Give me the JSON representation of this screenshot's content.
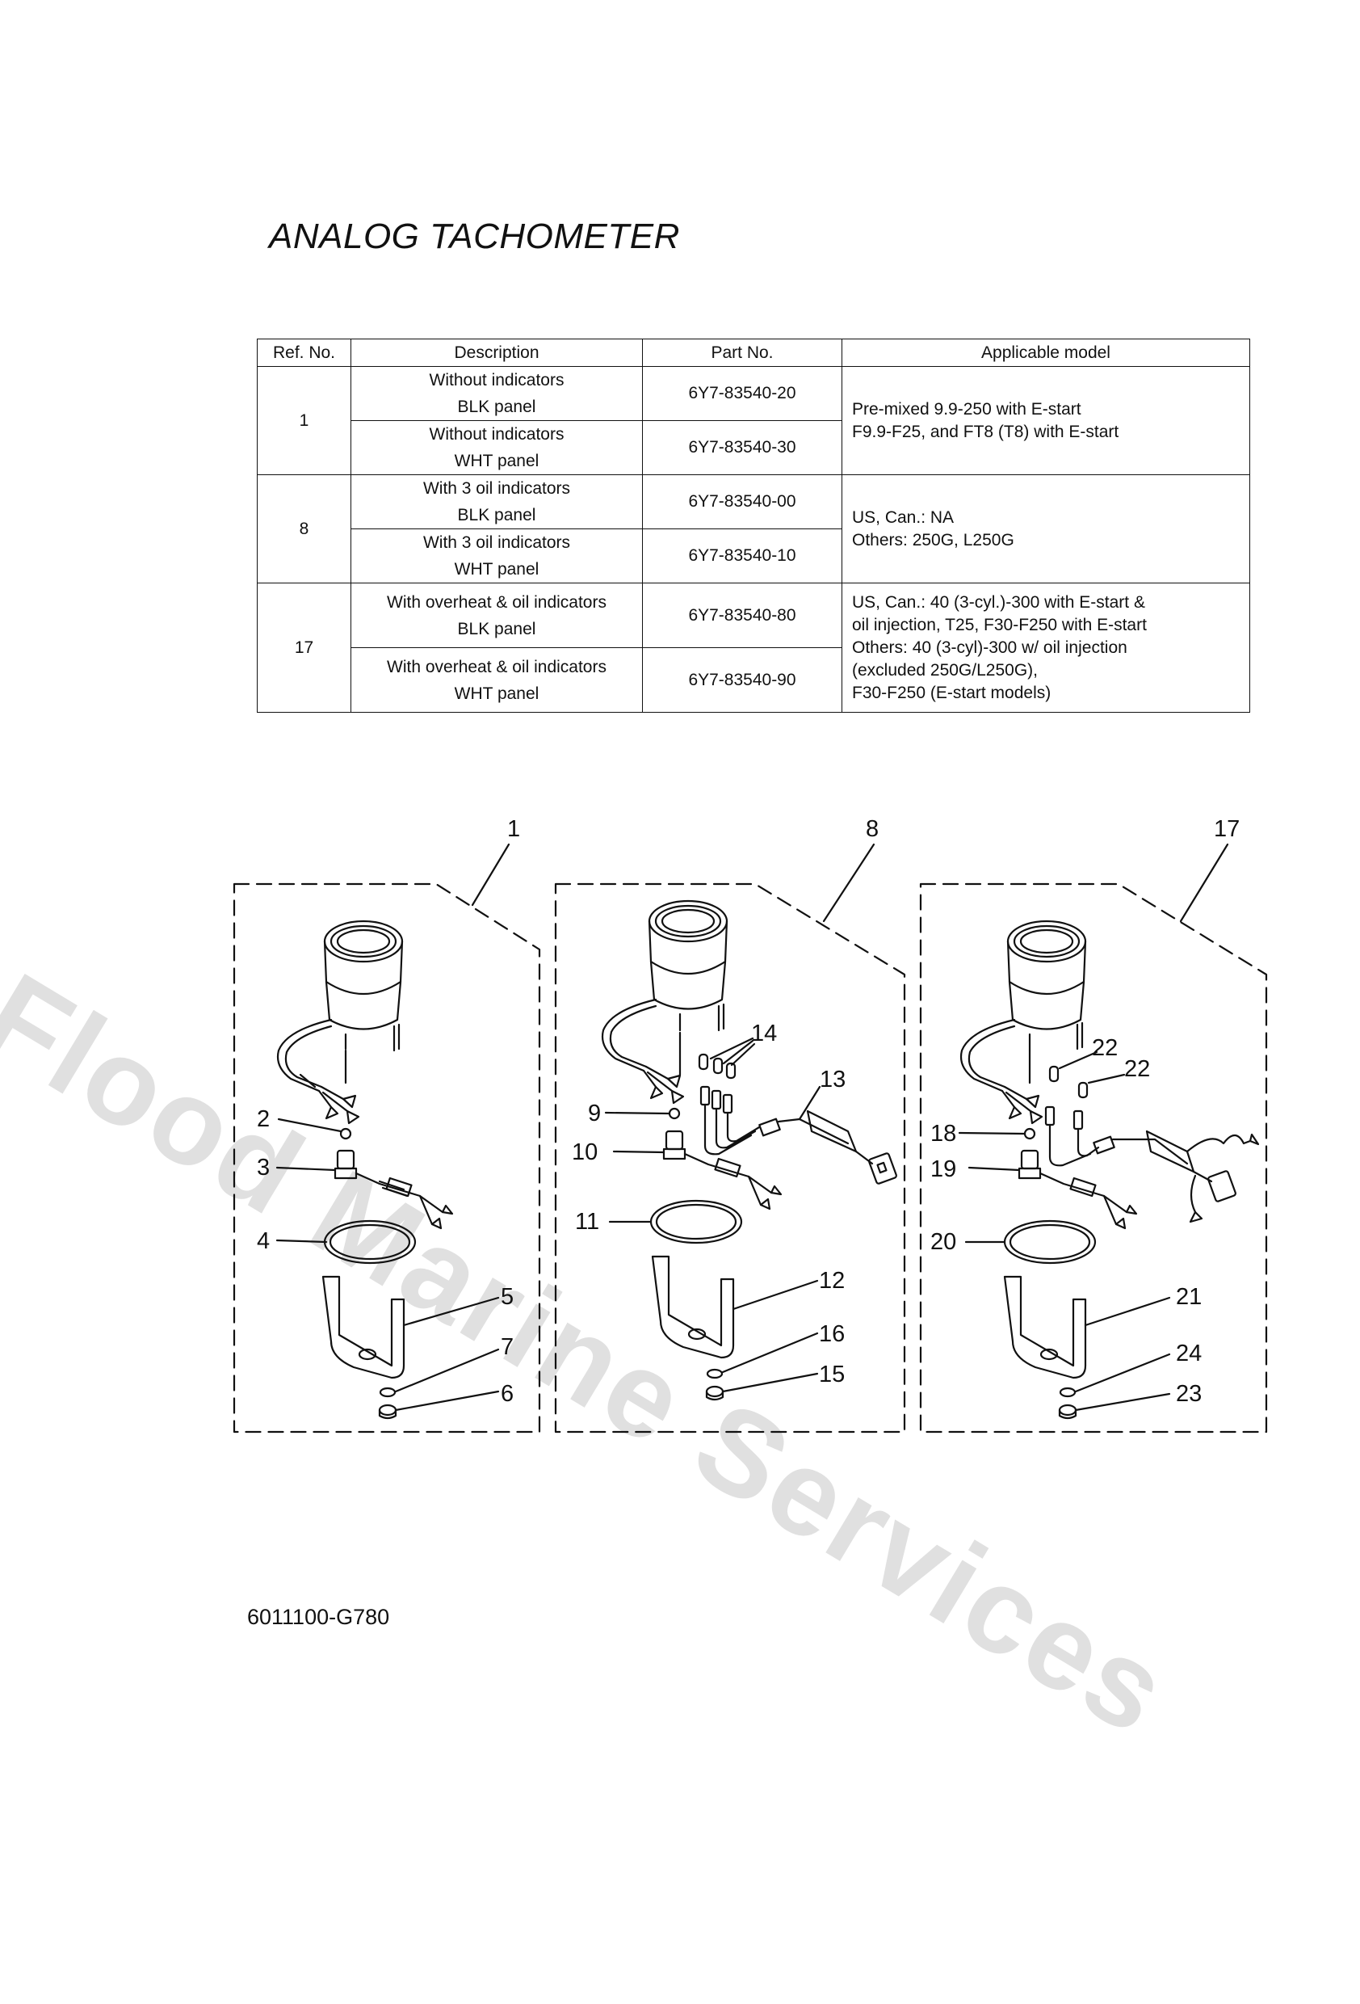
{
  "page": {
    "title": "ANALOG TACHOMETER",
    "watermark": "Flood Marine Services",
    "footer_code": "6011100-G780"
  },
  "parts_table": {
    "headers": [
      "Ref. No.",
      "Description",
      "Part No.",
      "Applicable model"
    ],
    "groups": [
      {
        "ref": "1",
        "model_lines": [
          "Pre-mixed 9.9-250 with E-start",
          "F9.9-F25, and FT8 (T8) with E-start"
        ],
        "rows": [
          {
            "desc": [
              "Without indicators",
              "BLK panel"
            ],
            "part": "6Y7-83540-20"
          },
          {
            "desc": [
              "Without indicators",
              "WHT panel"
            ],
            "part": "6Y7-83540-30"
          }
        ]
      },
      {
        "ref": "8",
        "model_lines": [
          "US, Can.: NA",
          "Others:  250G, L250G"
        ],
        "rows": [
          {
            "desc": [
              "With 3 oil indicators",
              "BLK panel"
            ],
            "part": "6Y7-83540-00"
          },
          {
            "desc": [
              "With 3 oil indicators",
              "WHT panel"
            ],
            "part": "6Y7-83540-10"
          }
        ]
      },
      {
        "ref": "17",
        "model_lines": [
          "US, Can.: 40 (3-cyl.)-300 with E-start &",
          "oil injection, T25, F30-F250 with E-start",
          "Others:  40 (3-cyl)-300 w/ oil injection",
          "(excluded 250G/L250G),",
          "F30-F250 (E-start models)"
        ],
        "rows": [
          {
            "desc": [
              "With overheat & oil indicators",
              "BLK panel"
            ],
            "part": "6Y7-83540-80"
          },
          {
            "desc": [
              "With overheat & oil indicators",
              "WHT panel"
            ],
            "part": "6Y7-83540-90"
          }
        ]
      }
    ]
  },
  "diagram": {
    "assemblies": [
      {
        "ref": "1",
        "callouts": [
          "2",
          "3",
          "4",
          "5",
          "7",
          "6"
        ]
      },
      {
        "ref": "8",
        "callouts": [
          "14",
          "13",
          "9",
          "10",
          "11",
          "12",
          "16",
          "15"
        ]
      },
      {
        "ref": "17",
        "callouts": [
          "22",
          "22",
          "18",
          "19",
          "20",
          "21",
          "24",
          "23"
        ]
      }
    ]
  }
}
